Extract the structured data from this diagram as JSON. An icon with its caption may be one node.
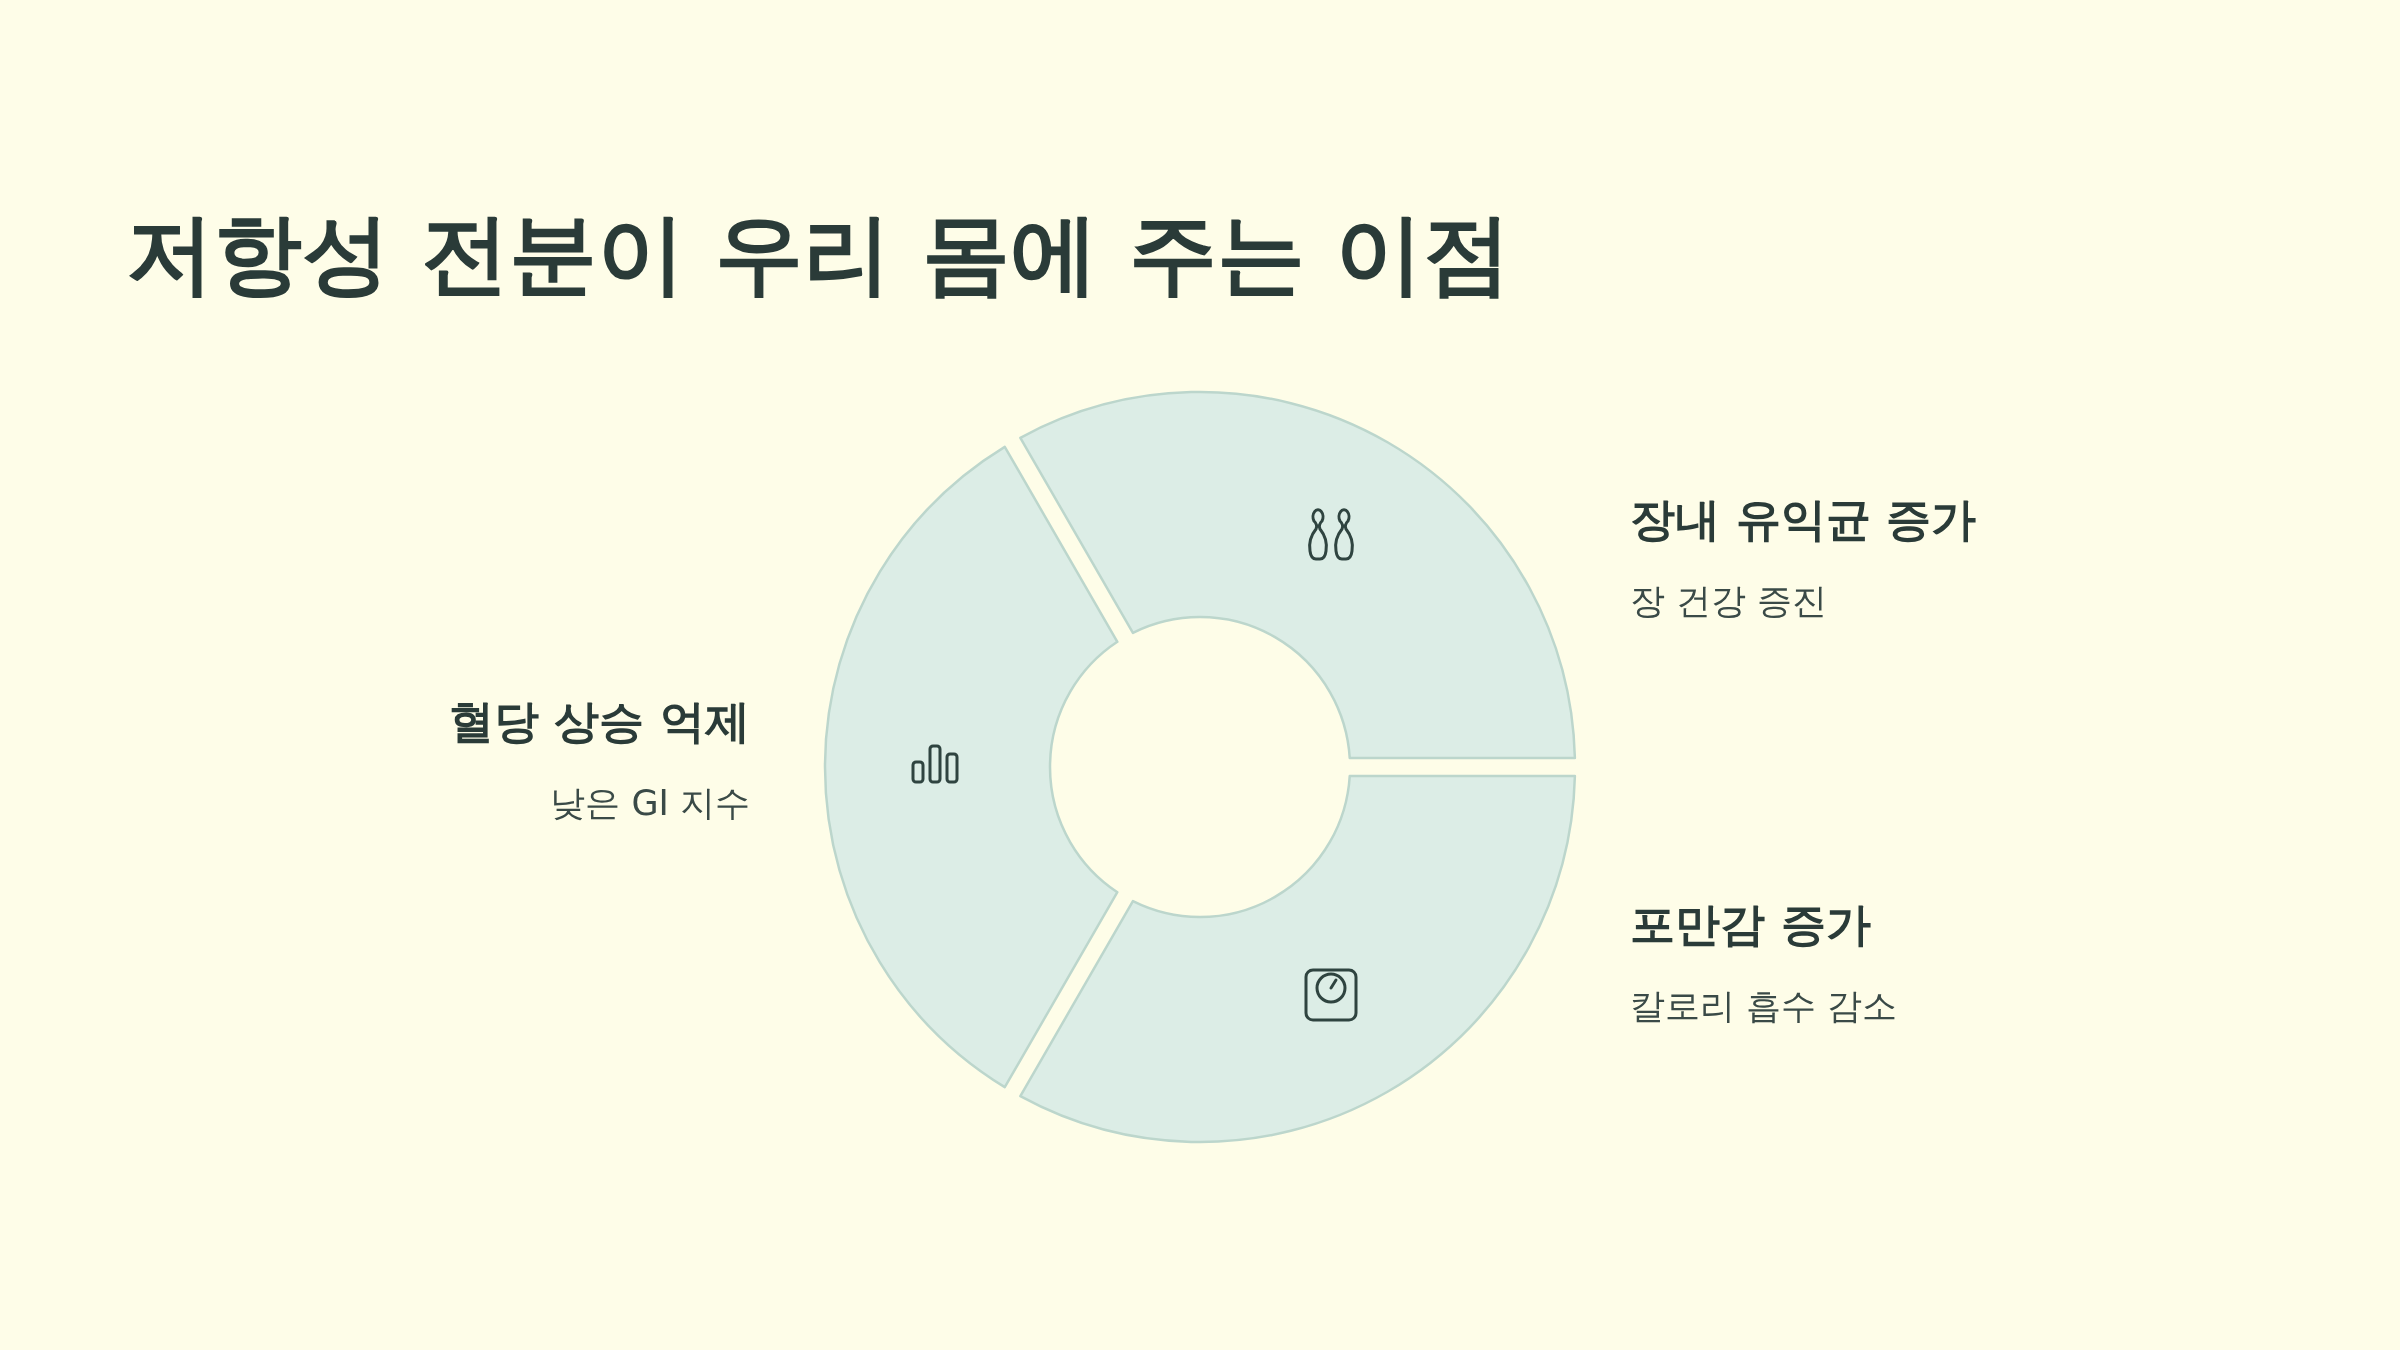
{
  "diagram": {
    "title": "저항성 전분이 우리 몸에 주는 이점",
    "nodes": [
      {
        "text": [
          "장내 유익균 증가",
          "장 건강 증진"
        ]
      },
      {
        "text": [
          "혈당 상승 억제",
          "낮은 GI 지수"
        ]
      },
      {
        "text": [
          "포만감 증가",
          "칼로리 흡수 감소"
        ]
      }
    ]
  }
}
